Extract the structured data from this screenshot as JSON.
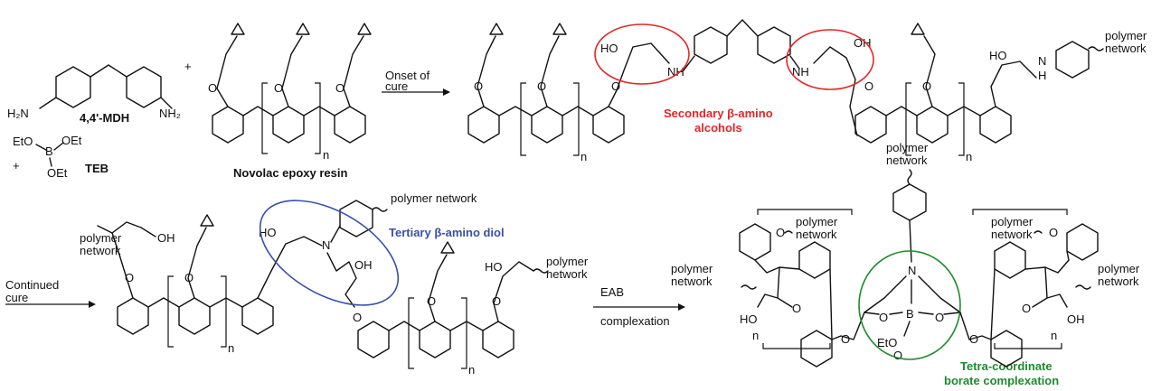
{
  "colors": {
    "red": "#e32626",
    "blue": "#3a50a8",
    "green": "#1f8a2f",
    "black": "#111111"
  },
  "reactants": {
    "amine_name": "4,4'-MDH",
    "amine_left_group": "H₂N",
    "amine_right_group": "NH₂",
    "plus_1": "+",
    "plus_2": "+",
    "teb_name": "TEB",
    "teb_eto_left": "EtO",
    "teb_b": "B",
    "teb_oet_right": "OEt",
    "teb_oet_bottom": "OEt",
    "novolac_name": "Novolac epoxy resin",
    "repeat_n": "n"
  },
  "arrows": {
    "onset_line1": "Onset of",
    "onset_line2": "cure",
    "continued_line1": "Continued",
    "continued_line2": "cure",
    "eab_line1": "EAB",
    "eab_line2": "complexation"
  },
  "annotations": {
    "secondary_line1": "Secondary β-amino",
    "secondary_line2": "alcohols",
    "tertiary": "Tertiary β-amino diol",
    "tetra_line1": "Tetra-coordinate",
    "tetra_line2": "borate complexation"
  },
  "atoms": {
    "ho": "HO",
    "oh": "OH",
    "nh": "NH",
    "hn": "HN",
    "h": "H",
    "n": "N",
    "o": "O",
    "b": "B",
    "eto": "EtO",
    "polymer": "polymer",
    "network": "network",
    "polymer_network": "polymer network"
  }
}
